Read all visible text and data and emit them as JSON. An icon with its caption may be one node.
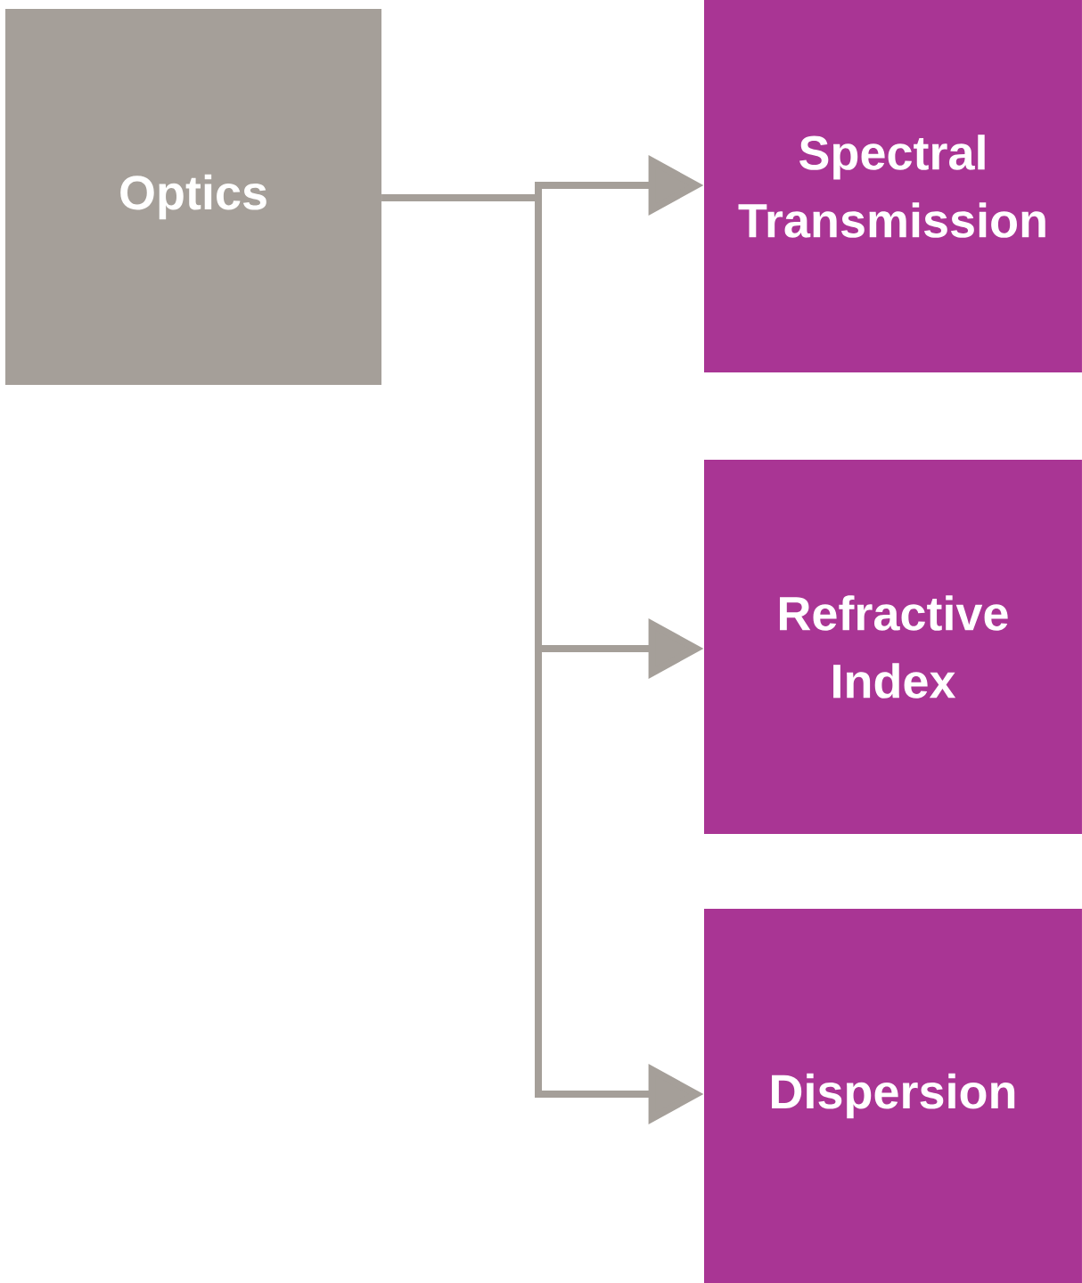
{
  "diagram": {
    "nodes": [
      {
        "text": [
          "Optics"
        ]
      },
      {
        "text": [
          "Spectral Transmission"
        ]
      },
      {
        "text": [
          "Refractive Index"
        ]
      },
      {
        "text": [
          "Dispersion"
        ]
      }
    ],
    "edges": [
      {
        "from": 0,
        "to": 1,
        "arrow": "to"
      },
      {
        "from": 0,
        "to": 2,
        "arrow": "to"
      },
      {
        "from": 0,
        "to": 3,
        "arrow": "to"
      }
    ]
  }
}
